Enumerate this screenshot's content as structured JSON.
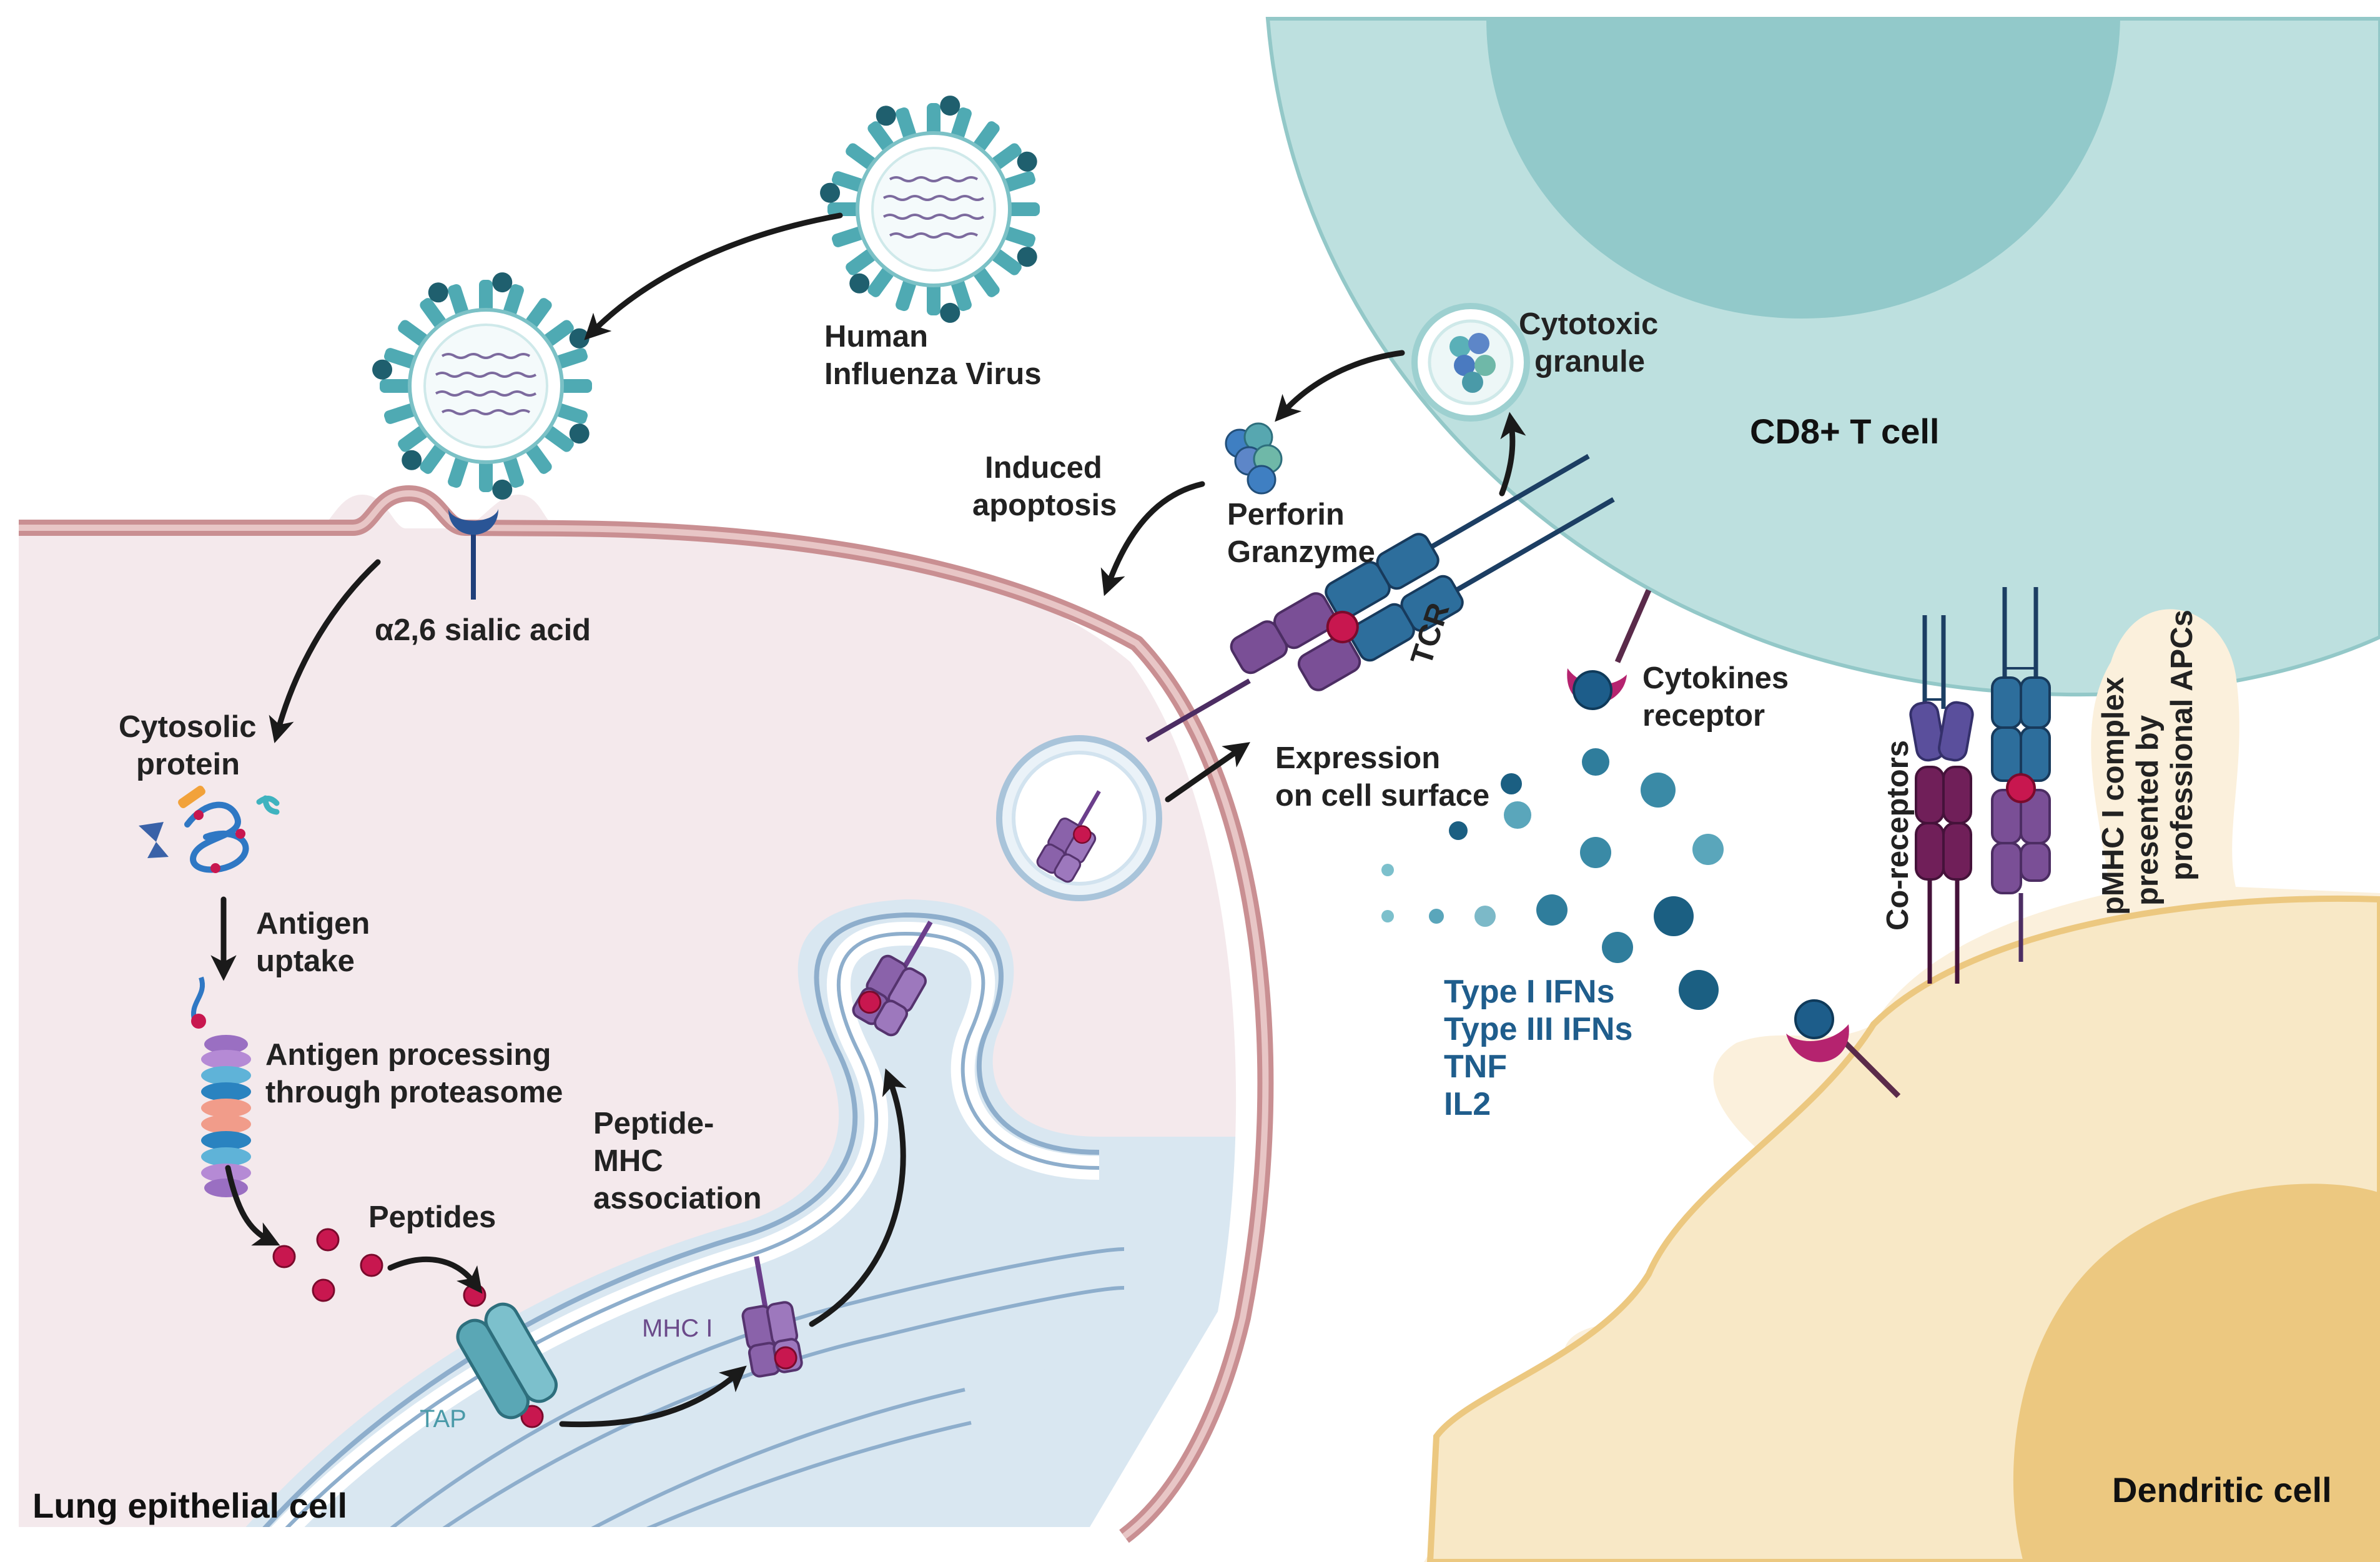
{
  "colors": {
    "lung_cell_fill": "#f4e9ec",
    "lung_membrane": "#c98f92",
    "tcell_fill": "#bde0df",
    "tcell_nucleus": "#92c9ca",
    "dendritic_fill": "#f8e8c6",
    "dendritic_nucleus": "#ecc880",
    "er_fill": "#d9e7f1",
    "er_stroke": "#8eaecc",
    "virus_spike": "#4faab3",
    "mhc": "#7a4f96",
    "peptide": "#c8174f",
    "tcr": "#2d6e9c",
    "coreceptor": "#701f59",
    "cytokine": "#1e6b88",
    "text_blue": "#1f5d8c"
  },
  "labels": {
    "human_influenza_virus": [
      "Human",
      "Influenza Virus"
    ],
    "sialic_acid": "α2,6 sialic acid",
    "cytosolic_protein": [
      "Cytosolic",
      "protein"
    ],
    "antigen_uptake": [
      "Antigen",
      "uptake"
    ],
    "antigen_processing": [
      "Antigen processing",
      "through proteasome"
    ],
    "peptides": "Peptides",
    "peptide_mhc": [
      "Peptide-",
      "MHC",
      "association"
    ],
    "mhc_i": "MHC I",
    "tap": "TAP",
    "lung_epithelial_cell": "Lung epithelial cell",
    "expression_surface": [
      "Expression",
      "on cell surface"
    ],
    "induced_apoptosis": [
      "Induced",
      "apoptosis"
    ],
    "perforin_granzyme": [
      "Perforin",
      "Granzyme"
    ],
    "cytotoxic_granule": [
      "Cytotoxic",
      "granule"
    ],
    "cd8_t_cell": "CD8+ T cell",
    "tcr": "TCR",
    "cytokines_receptor": [
      "Cytokines",
      "receptor"
    ],
    "cytokines": [
      "Type I IFNs",
      "Type III IFNs",
      "TNF",
      "IL2"
    ],
    "co_receptors": "Co-receptors",
    "pmhc_complex": [
      "pMHC I complex",
      "presented by",
      "professional APCs"
    ],
    "dendritic_cell": "Dendritic cell"
  },
  "icons": [
    "influenza-virus-icon",
    "sialic-acid-receptor-icon",
    "cytosolic-protein-icon",
    "proteasome-icon",
    "peptide-icon",
    "tap-transporter-icon",
    "mhc-i-icon",
    "vesicle-icon",
    "cytotoxic-granule-icon",
    "perforin-granzyme-icon",
    "tcr-icon",
    "cytokine-receptor-icon",
    "cytokine-particle-icon",
    "co-receptor-icon"
  ]
}
